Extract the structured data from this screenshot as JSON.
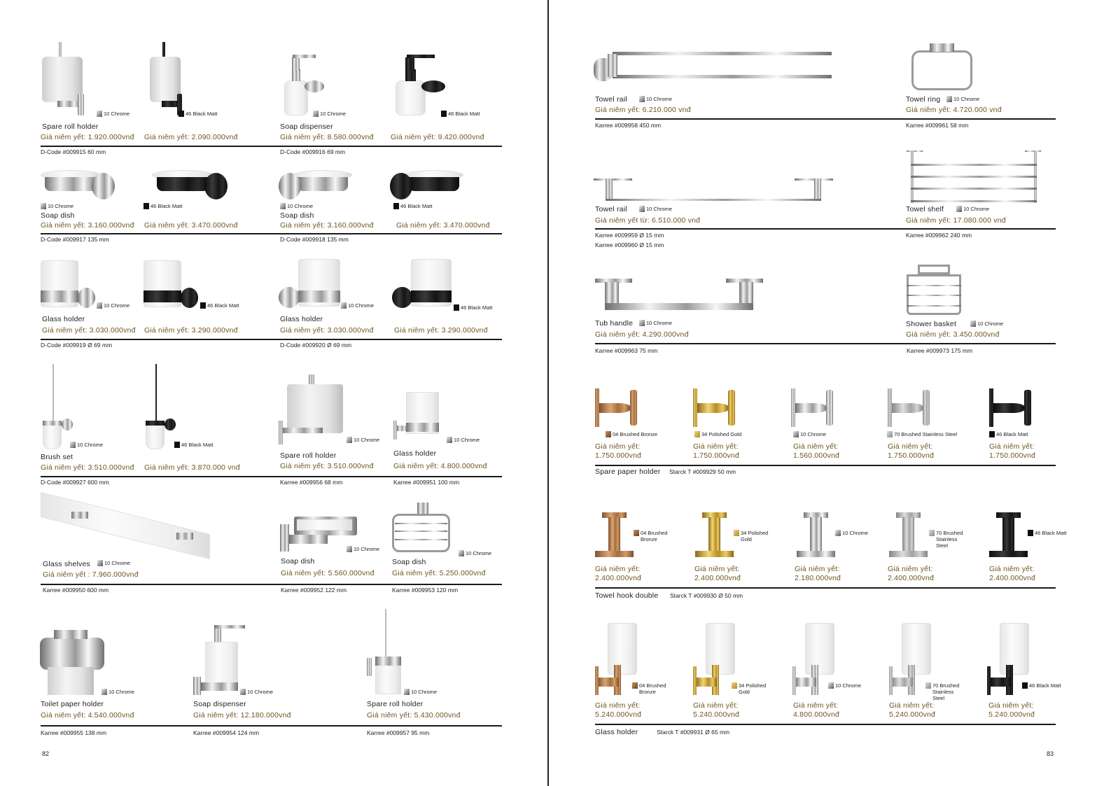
{
  "colors": {
    "price": "#6f5420",
    "rule": "#1a1a1a",
    "finishes": {
      "chrome": "#b9b9b9",
      "black": "#1c1c1c",
      "bronze": "#b07a45",
      "gold": "#d4a93a",
      "steel": "#a8a8a8"
    }
  },
  "left_page": {
    "page_number": "82",
    "products": [
      {
        "title": "Spare roll holder",
        "codes": [
          "D-Code #009915  60 mm"
        ],
        "variants": [
          {
            "image": "spare-roll-holder",
            "finish": "10 Chrome",
            "finish_key": "chrome",
            "price": "Giá niêm yết: 1.920.000vnđ"
          },
          {
            "image": "spare-roll-holder",
            "finish": "46 Black Matt",
            "finish_key": "black",
            "price": "Giá niêm yết: 2.090.000vnđ"
          }
        ]
      },
      {
        "title": "Soap dispenser",
        "codes": [
          "D-Code #009916  69 mm"
        ],
        "variants": [
          {
            "image": "soap-dispenser",
            "finish": "10 Chrome",
            "finish_key": "chrome",
            "price": "Giá niêm yết: 8.580.000vnđ"
          },
          {
            "image": "soap-dispenser",
            "finish": "46 Black Matt",
            "finish_key": "black",
            "price": "Giá niêm yết: 9.420.000vnđ"
          }
        ]
      },
      {
        "title": "Soap dish",
        "codes": [
          "D-Code #009917  135 mm"
        ],
        "variants": [
          {
            "image": "soap-dish",
            "finish": "10 Chrome",
            "finish_key": "chrome",
            "price": "Giá niêm yết: 3.160.000vnđ"
          },
          {
            "image": "soap-dish",
            "finish": "46 Black Matt",
            "finish_key": "black",
            "price": "Giá niêm yết: 3.470.000vnđ"
          }
        ]
      },
      {
        "title": "Soap dish",
        "codes": [
          "D-Code #009918  135 mm"
        ],
        "variants": [
          {
            "image": "soap-dish-left",
            "finish": "10 Chrome",
            "finish_key": "chrome",
            "price": "Giá niêm yết: 3.160.000vnđ"
          },
          {
            "image": "soap-dish-left",
            "finish": "46 Black Matt",
            "finish_key": "black",
            "price": "Giá niêm yết: 3.470.000vnđ"
          }
        ]
      },
      {
        "title": "Glass holder",
        "codes": [
          "D-Code #009919  Ø 69 mm"
        ],
        "variants": [
          {
            "image": "glass-holder",
            "finish": "10 Chrome",
            "finish_key": "chrome",
            "price": "Giá niêm yết: 3.030.000vnđ"
          },
          {
            "image": "glass-holder",
            "finish": "46 Black Matt",
            "finish_key": "black",
            "price": "Giá niêm yết: 3.290.000vnđ"
          }
        ]
      },
      {
        "title": "Glass holder",
        "codes": [
          "D-Code #009920  Ø 69 mm"
        ],
        "variants": [
          {
            "image": "glass-holder-left",
            "finish": "10 Chrome",
            "finish_key": "chrome",
            "price": "Giá niêm yết: 3.030.000vnđ"
          },
          {
            "image": "glass-holder-left",
            "finish": "46 Black Matt",
            "finish_key": "black",
            "price": "Giá niêm yết: 3.290.000vnđ"
          }
        ]
      },
      {
        "title": "Brush set",
        "codes": [
          "D-Code #009927  600 mm"
        ],
        "variants": [
          {
            "image": "brush-set",
            "finish": "10 Chrome",
            "finish_key": "chrome",
            "price": "Giá niêm yết: 3.510.000vnđ"
          },
          {
            "image": "brush-set",
            "finish": "46 Black Matt",
            "finish_key": "black",
            "price": "Giá niêm yết: 3.870.000 vnđ"
          }
        ]
      },
      {
        "title": "Spare roll holder",
        "codes": [
          "Karree #009956  68 mm"
        ],
        "variants": [
          {
            "image": "karree-spare-roll-holder",
            "finish": "10 Chrome",
            "finish_key": "chrome",
            "price": "Giá niêm yết: 3.510.000vnđ"
          }
        ]
      },
      {
        "title": "Glass holder",
        "codes": [
          "Karree #009951  100 mm"
        ],
        "variants": [
          {
            "image": "karree-glass-holder",
            "finish": "10 Chrome",
            "finish_key": "chrome",
            "price": "Giá niêm yết: 4.800.000vnđ"
          }
        ]
      },
      {
        "title": "Glass shelves",
        "codes": [
          "Karree #009950  600 mm"
        ],
        "variants": [
          {
            "image": "glass-shelf",
            "finish": "10 Chrome",
            "finish_key": "chrome",
            "price": "Giá niêm yết : 7.960.000vnđ"
          }
        ]
      },
      {
        "title": "Soap dish",
        "codes": [
          "Karree #009952  122 mm"
        ],
        "variants": [
          {
            "image": "karree-soap-dish",
            "finish": "10 Chrome",
            "finish_key": "chrome",
            "price": "Giá niêm yết: 5.560.000vnđ"
          }
        ]
      },
      {
        "title": "Soap dish",
        "codes": [
          "Karree #009953  120 mm"
        ],
        "variants": [
          {
            "image": "wire-soap-dish",
            "finish": "10 Chrome",
            "finish_key": "chrome",
            "price": "Giá niêm yết: 5.250.000vnđ"
          }
        ]
      },
      {
        "title": "Toilet paper holder",
        "codes": [
          "Karree #009955  138 mm"
        ],
        "variants": [
          {
            "image": "toilet-paper-holder",
            "finish": "10 Chrome",
            "finish_key": "chrome",
            "price": "Giá niêm yết: 4.540.000vnđ"
          }
        ]
      },
      {
        "title": "Soap dispenser",
        "codes": [
          "Karree #009954  124 mm"
        ],
        "variants": [
          {
            "image": "karree-soap-dispenser",
            "finish": "10 Chrome",
            "finish_key": "chrome",
            "price": "Giá niêm yết: 12.180.000vnđ"
          }
        ]
      },
      {
        "title": "Spare roll holder",
        "codes": [
          "Karree #009957  95 mm"
        ],
        "variants": [
          {
            "image": "karree-brush",
            "finish": "10 Chrome",
            "finish_key": "chrome",
            "price": "Giá niêm yết: 5.430.000vnđ"
          }
        ]
      }
    ]
  },
  "right_page": {
    "page_number": "83",
    "products": [
      {
        "title": "Towel rail",
        "codes": [
          "Karree #009958  450 mm"
        ],
        "variants": [
          {
            "image": "towel-rail-double",
            "finish": "10 Chrome",
            "finish_key": "chrome",
            "price": "Giá niêm yết: 6.210.000 vnđ"
          }
        ]
      },
      {
        "title": "Towel ring",
        "codes": [
          "Karree #009961  58 mm"
        ],
        "variants": [
          {
            "image": "towel-ring",
            "finish": "10 Chrome",
            "finish_key": "chrome",
            "price": "Giá niêm yết: 4.720.000 vnđ"
          }
        ]
      },
      {
        "title": "Towel rail",
        "codes": [
          "Karree #009959 Ø 15 mm",
          "Karree #009960 Ø 15 mm"
        ],
        "variants": [
          {
            "image": "towel-rail",
            "finish": "10 Chrome",
            "finish_key": "chrome",
            "price": "Giá niêm yết từ: 6.510.000 vnđ"
          }
        ]
      },
      {
        "title": "Towel shelf",
        "codes": [
          "Karree #009962  240 mm"
        ],
        "variants": [
          {
            "image": "towel-shelf",
            "finish": "10 Chrome",
            "finish_key": "chrome",
            "price": "Giá niêm yết: 17.080.000 vnđ"
          }
        ]
      },
      {
        "title": "Tub handle",
        "codes": [
          "Karree #009963  75 mm"
        ],
        "variants": [
          {
            "image": "tub-handle",
            "finish": "10 Chrome",
            "finish_key": "chrome",
            "price": "Giá niêm yết: 4.290.000vnđ"
          }
        ]
      },
      {
        "title": "Shower basket",
        "codes": [
          "Karree #009973  175 mm"
        ],
        "variants": [
          {
            "image": "shower-basket",
            "finish": "10 Chrome",
            "finish_key": "chrome",
            "price": "Giá niêm yết: 3.450.000vnđ"
          }
        ]
      }
    ],
    "series": [
      {
        "title": "Spare paper holder",
        "code": "Starck T #009929   50 mm",
        "image": "hook-spare-paper",
        "price_label": "Giá niêm yết:",
        "variants": [
          {
            "finish": "04 Brushed Bronze",
            "finish_key": "bronze",
            "price": "1.750.000vnđ"
          },
          {
            "finish": "34 Polished Gold",
            "finish_key": "gold",
            "price": "1.750.000vnđ"
          },
          {
            "finish": "10 Chrome",
            "finish_key": "chrome",
            "price": "1.560.000vnđ"
          },
          {
            "finish": "70 Brushed Stainless Steel",
            "finish_key": "steel",
            "price": "1.750.000vnđ"
          },
          {
            "finish": "46 Black Matt",
            "finish_key": "black",
            "price": "1.750.000vnđ"
          }
        ]
      },
      {
        "title": "Towel hook double",
        "code": "Starck T #009930  Ø 50 mm",
        "image": "towel-hook-double",
        "price_label": "Giá niêm yết:",
        "variants": [
          {
            "finish": "04 Brushed Bronze",
            "finish_key": "bronze",
            "price": "2.400.000vnđ"
          },
          {
            "finish": "34 Polished Gold",
            "finish_key": "gold",
            "price": "2.400.000vnđ"
          },
          {
            "finish": "10 Chrome",
            "finish_key": "chrome",
            "price": "2.180.000vnđ"
          },
          {
            "finish": "70 Brushed Stainless Steel",
            "finish_key": "steel",
            "price": "2.400.000vnđ"
          },
          {
            "finish": "46 Black Matt",
            "finish_key": "black",
            "price": "2.400.000vnđ"
          }
        ]
      },
      {
        "title": "Glass holder",
        "code": "Starck T #009931  Ø 65 mm",
        "image": "starck-glass-holder",
        "price_label": "Giá niêm yết:",
        "variants": [
          {
            "finish": "04 Brushed Bronze",
            "finish_key": "bronze",
            "price": "5.240.000vnđ"
          },
          {
            "finish": "34 Polished Gold",
            "finish_key": "gold",
            "price": "5.240.000vnđ"
          },
          {
            "finish": "10 Chrome",
            "finish_key": "chrome",
            "price": "4.800.000vnđ"
          },
          {
            "finish": "70 Brushed Stainless Steel",
            "finish_key": "steel",
            "price": "5.240.000vnđ"
          },
          {
            "finish": "46 Black Matt",
            "finish_key": "black",
            "price": "5.240.000vnđ"
          }
        ]
      }
    ]
  }
}
